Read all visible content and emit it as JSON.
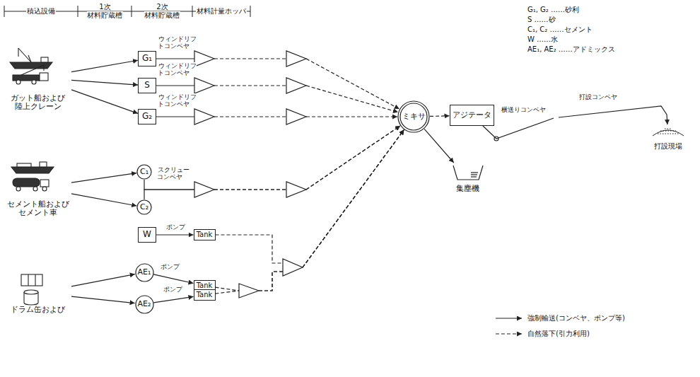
{
  "diagram": {
    "nodes": [
      {
        "text": [
          "ガット船および陸上クレーン"
        ]
      },
      {
        "text": [
          "セメント船およびセメント車"
        ]
      },
      {
        "text": [
          "ドラム缶および"
        ]
      },
      {
        "text": [
          "G₁"
        ]
      },
      {
        "text": [
          "S"
        ]
      },
      {
        "text": [
          "G₂"
        ]
      },
      {
        "text": [
          "C₁"
        ]
      },
      {
        "text": [
          "C₂"
        ]
      },
      {
        "text": [
          "W"
        ]
      },
      {
        "text": [
          "AE₁"
        ]
      },
      {
        "text": [
          "AE₂"
        ]
      },
      {
        "text": [
          "Tank"
        ]
      },
      {
        "text": [
          "Tank"
        ]
      },
      {
        "text": [
          "Tank"
        ]
      },
      {
        "text": [
          "ミキサ"
        ]
      },
      {
        "text": [
          "アジテータ"
        ]
      },
      {
        "text": [
          "集塵機"
        ]
      },
      {
        "text": [
          "打設現場"
        ]
      }
    ],
    "edges": [
      {
        "from": 0,
        "to": 3,
        "arrow": "to"
      },
      {
        "from": 0,
        "to": 4,
        "arrow": "to"
      },
      {
        "from": 0,
        "to": 5,
        "arrow": "to"
      },
      {
        "from": 1,
        "to": 6,
        "arrow": "to"
      },
      {
        "from": 1,
        "to": 7,
        "arrow": "to"
      },
      {
        "from": 2,
        "to": 9,
        "arrow": "to"
      },
      {
        "from": 2,
        "to": 10,
        "arrow": "to"
      },
      {
        "from": 3,
        "to": 14,
        "label": "ウィンドリフトコンベヤ",
        "arrow": "to"
      },
      {
        "from": 4,
        "to": 14,
        "label": "ウィンドリフトコンベヤ",
        "arrow": "to"
      },
      {
        "from": 5,
        "to": 14,
        "label": "ウィンドリフトコンベヤ",
        "arrow": "to"
      },
      {
        "from": 6,
        "to": 14,
        "label": "スクリューコンベヤ",
        "arrow": "to"
      },
      {
        "from": 7,
        "to": 14,
        "arrow": "to"
      },
      {
        "from": 8,
        "to": 11,
        "label": "ポンプ",
        "arrow": "to"
      },
      {
        "from": 11,
        "to": 14,
        "arrow": "to"
      },
      {
        "from": 9,
        "to": 12,
        "label": "ポンプ",
        "arrow": "to"
      },
      {
        "from": 10,
        "to": 13,
        "label": "ポンプ",
        "arrow": "to"
      },
      {
        "from": 12,
        "to": 14,
        "arrow": "to"
      },
      {
        "from": 13,
        "to": 14,
        "arrow": "to"
      },
      {
        "from": 14,
        "to": 15,
        "arrow": "to"
      },
      {
        "from": 14,
        "to": 16,
        "arrow": "to"
      },
      {
        "from": 15,
        "to": 17,
        "label": "横送りコンベヤ",
        "arrow": "to"
      }
    ],
    "labels": [
      "積込設備",
      "1次 材料貯蔵槽",
      "2次 材料貯蔵槽",
      "材料計量ホッパ",
      "G₁, G₂ ……砂利",
      "S ……砂",
      "C₁, C₂ ……セメント",
      "W ……水",
      "AE₁, AE₂ ……アドミックス",
      "打設コンベヤ"
    ],
    "legend": [
      {
        "text": "強制輸送(コンベヤ、ポンプ等)"
      },
      {
        "text": "自然落下(引力利用)"
      }
    ]
  }
}
